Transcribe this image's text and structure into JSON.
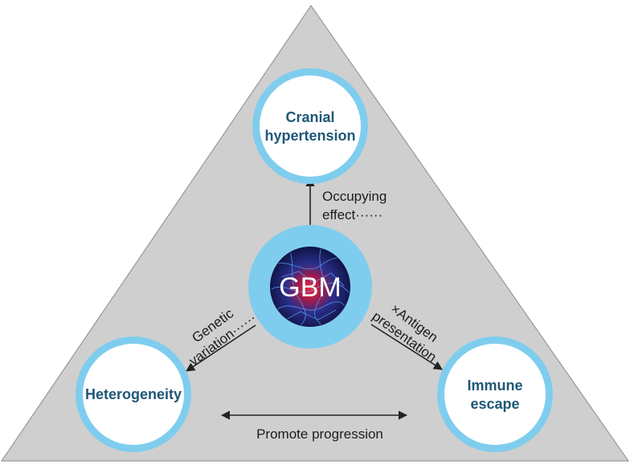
{
  "diagram": {
    "center": {
      "label": "GBM"
    },
    "nodes": {
      "top": {
        "line1": "Cranial",
        "line2": "hypertension"
      },
      "left": {
        "label": "Heterogeneity"
      },
      "right": {
        "line1": "Immune",
        "line2": "escape"
      }
    },
    "edges": {
      "top": {
        "line1": "Occupying",
        "line2": "effect······"
      },
      "left": {
        "line1": "Genetic",
        "line2": "variation······"
      },
      "right": {
        "line1": "×Antigen",
        "line2": "presentation"
      },
      "bottom": {
        "label": "Promote progression"
      }
    }
  },
  "colors": {
    "triangle_fill": "#cfcfcf",
    "ring": "#7fcdee",
    "node_fill": "#ffffff",
    "node_text": "#1f5777",
    "arrow": "#222222",
    "brain_glow": "#d8283a"
  }
}
